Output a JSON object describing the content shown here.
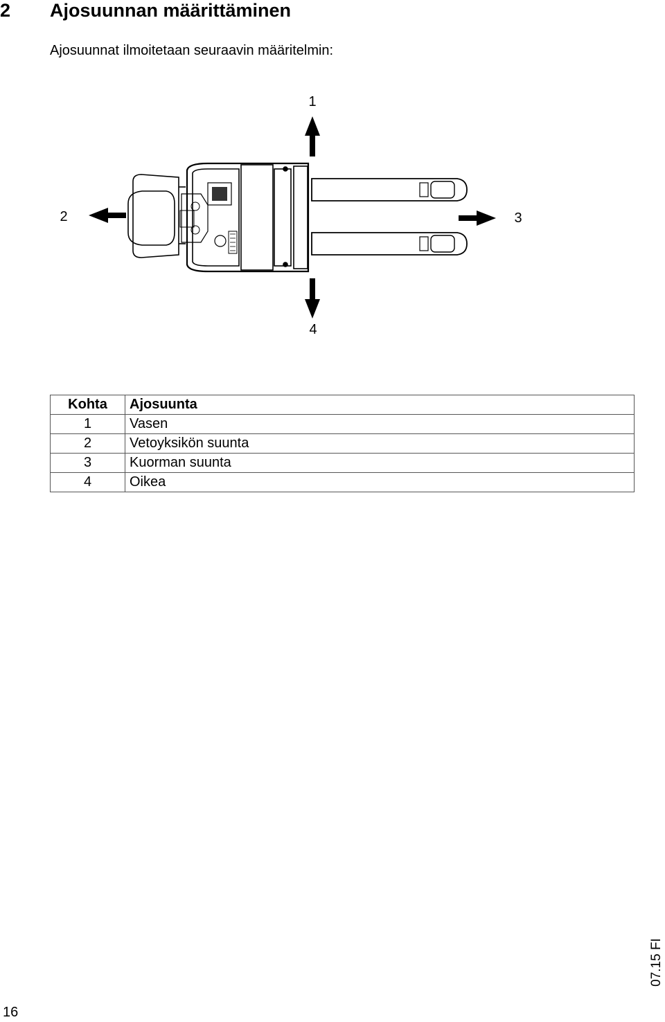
{
  "heading": {
    "number": "2",
    "title": "Ajosuunnan määrittäminen"
  },
  "intro": "Ajosuunnat ilmoitetaan seuraavin määritelmin:",
  "figure": {
    "labels": {
      "top": "1",
      "left": "2",
      "right": "3",
      "bottom": "4"
    }
  },
  "legend": {
    "headers": [
      "Kohta",
      "Ajosuunta"
    ],
    "rows": [
      [
        "1",
        "Vasen"
      ],
      [
        "2",
        "Vetoyksikön suunta"
      ],
      [
        "3",
        "Kuorman suunta"
      ],
      [
        "4",
        "Oikea"
      ]
    ]
  },
  "footer": {
    "page_number": "16",
    "doc_code": "07.15 FI"
  }
}
